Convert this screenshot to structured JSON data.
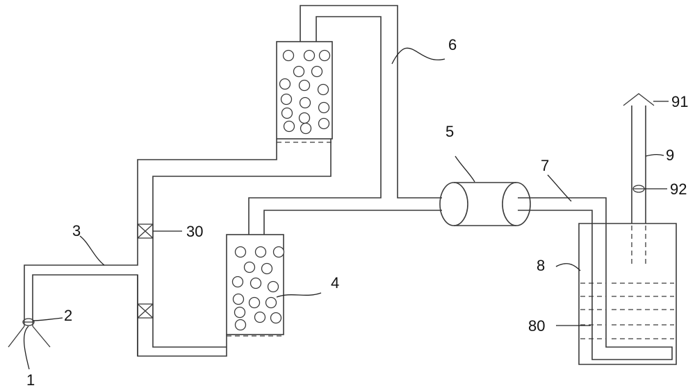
{
  "diagram": {
    "labels": {
      "l1": "1",
      "l2": "2",
      "l3": "3",
      "l30": "30",
      "l4": "4",
      "l5": "5",
      "l6": "6",
      "l7": "7",
      "l8": "8",
      "l80": "80",
      "l9": "9",
      "l91": "91",
      "l92": "92"
    }
  }
}
